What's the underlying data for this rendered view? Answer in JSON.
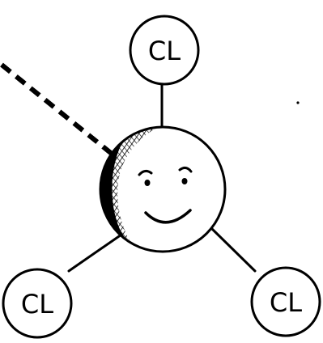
{
  "diagram": {
    "center_atom": {
      "expression": "smiling-face"
    },
    "bonded_atoms": [
      {
        "id": "top",
        "label": "CL"
      },
      {
        "id": "bottom-left",
        "label": "CL"
      },
      {
        "id": "bottom-right",
        "label": "CL"
      }
    ],
    "dashed_bond": {
      "style": "dashed"
    },
    "colors": {
      "ink": "#000000",
      "background": "#ffffff"
    }
  }
}
